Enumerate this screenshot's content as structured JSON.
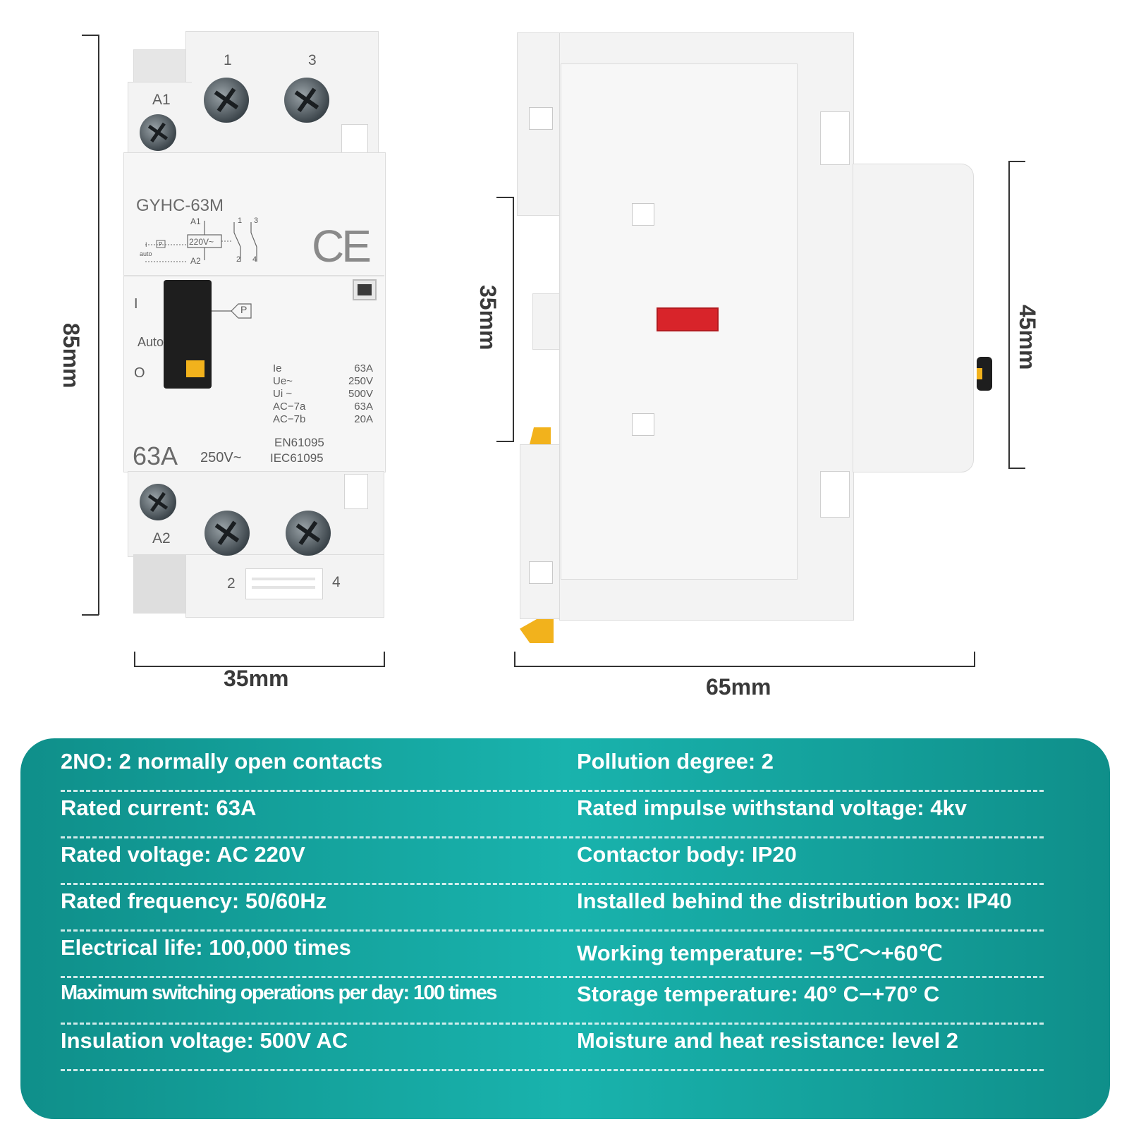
{
  "front": {
    "model": "GYHC-63M",
    "terminal_a1": "A1",
    "terminal_a2": "A2",
    "terminal_1": "1",
    "terminal_3": "3",
    "terminal_2": "2",
    "terminal_4": "4",
    "ce_mark": "CE",
    "diagram_voltage": "220V~",
    "diagram_a1": "A1",
    "diagram_a2": "A2",
    "diagram_auto": "auto",
    "diagram_i": "I",
    "diagram_p": "P",
    "diagram_c1": "1",
    "diagram_c3": "3",
    "diagram_c2": "2",
    "diagram_c4": "4",
    "switch_i": "I",
    "switch_auto": "Auto",
    "switch_o": "O",
    "switch_p": "P",
    "ratings": [
      {
        "label": "Ie",
        "value": "63A"
      },
      {
        "label": "Ue~",
        "value": "250V"
      },
      {
        "label": "Ui ~",
        "value": "500V"
      },
      {
        "label": "AC−7a",
        "value": "63A"
      },
      {
        "label": "AC−7b",
        "value": "20A"
      }
    ],
    "current": "63A",
    "voltage": "250V~",
    "standard1": "EN61095",
    "standard2": "IEC61095"
  },
  "dimensions": {
    "height": "85mm",
    "width": "35mm",
    "side_rail": "35mm",
    "depth": "65mm",
    "front_height": "45mm"
  },
  "specs": [
    {
      "left": "2NO: 2 normally open contacts",
      "right": "Pollution degree: 2"
    },
    {
      "left": "Rated current: 63A",
      "right": "Rated impulse withstand voltage: 4kv"
    },
    {
      "left": "Rated voltage: AC 220V",
      "right": "Contactor body: IP20"
    },
    {
      "left": "Rated frequency: 50/60Hz",
      "right": "Installed behind the distribution box: IP40"
    },
    {
      "left": "Electrical life: 100,000 times",
      "right": "Working temperature: −5℃～+60℃"
    },
    {
      "left": "Maximum switching operations per day: 100 times",
      "right": "Storage temperature: 40°  C−+70°  C"
    },
    {
      "left": "Insulation voltage: 500V AC",
      "right": "Moisture and heat resistance: level 2"
    }
  ],
  "colors": {
    "panel_teal": "#15a39d",
    "indicator_red": "#d8242a",
    "latch_yellow": "#f2b21c"
  }
}
